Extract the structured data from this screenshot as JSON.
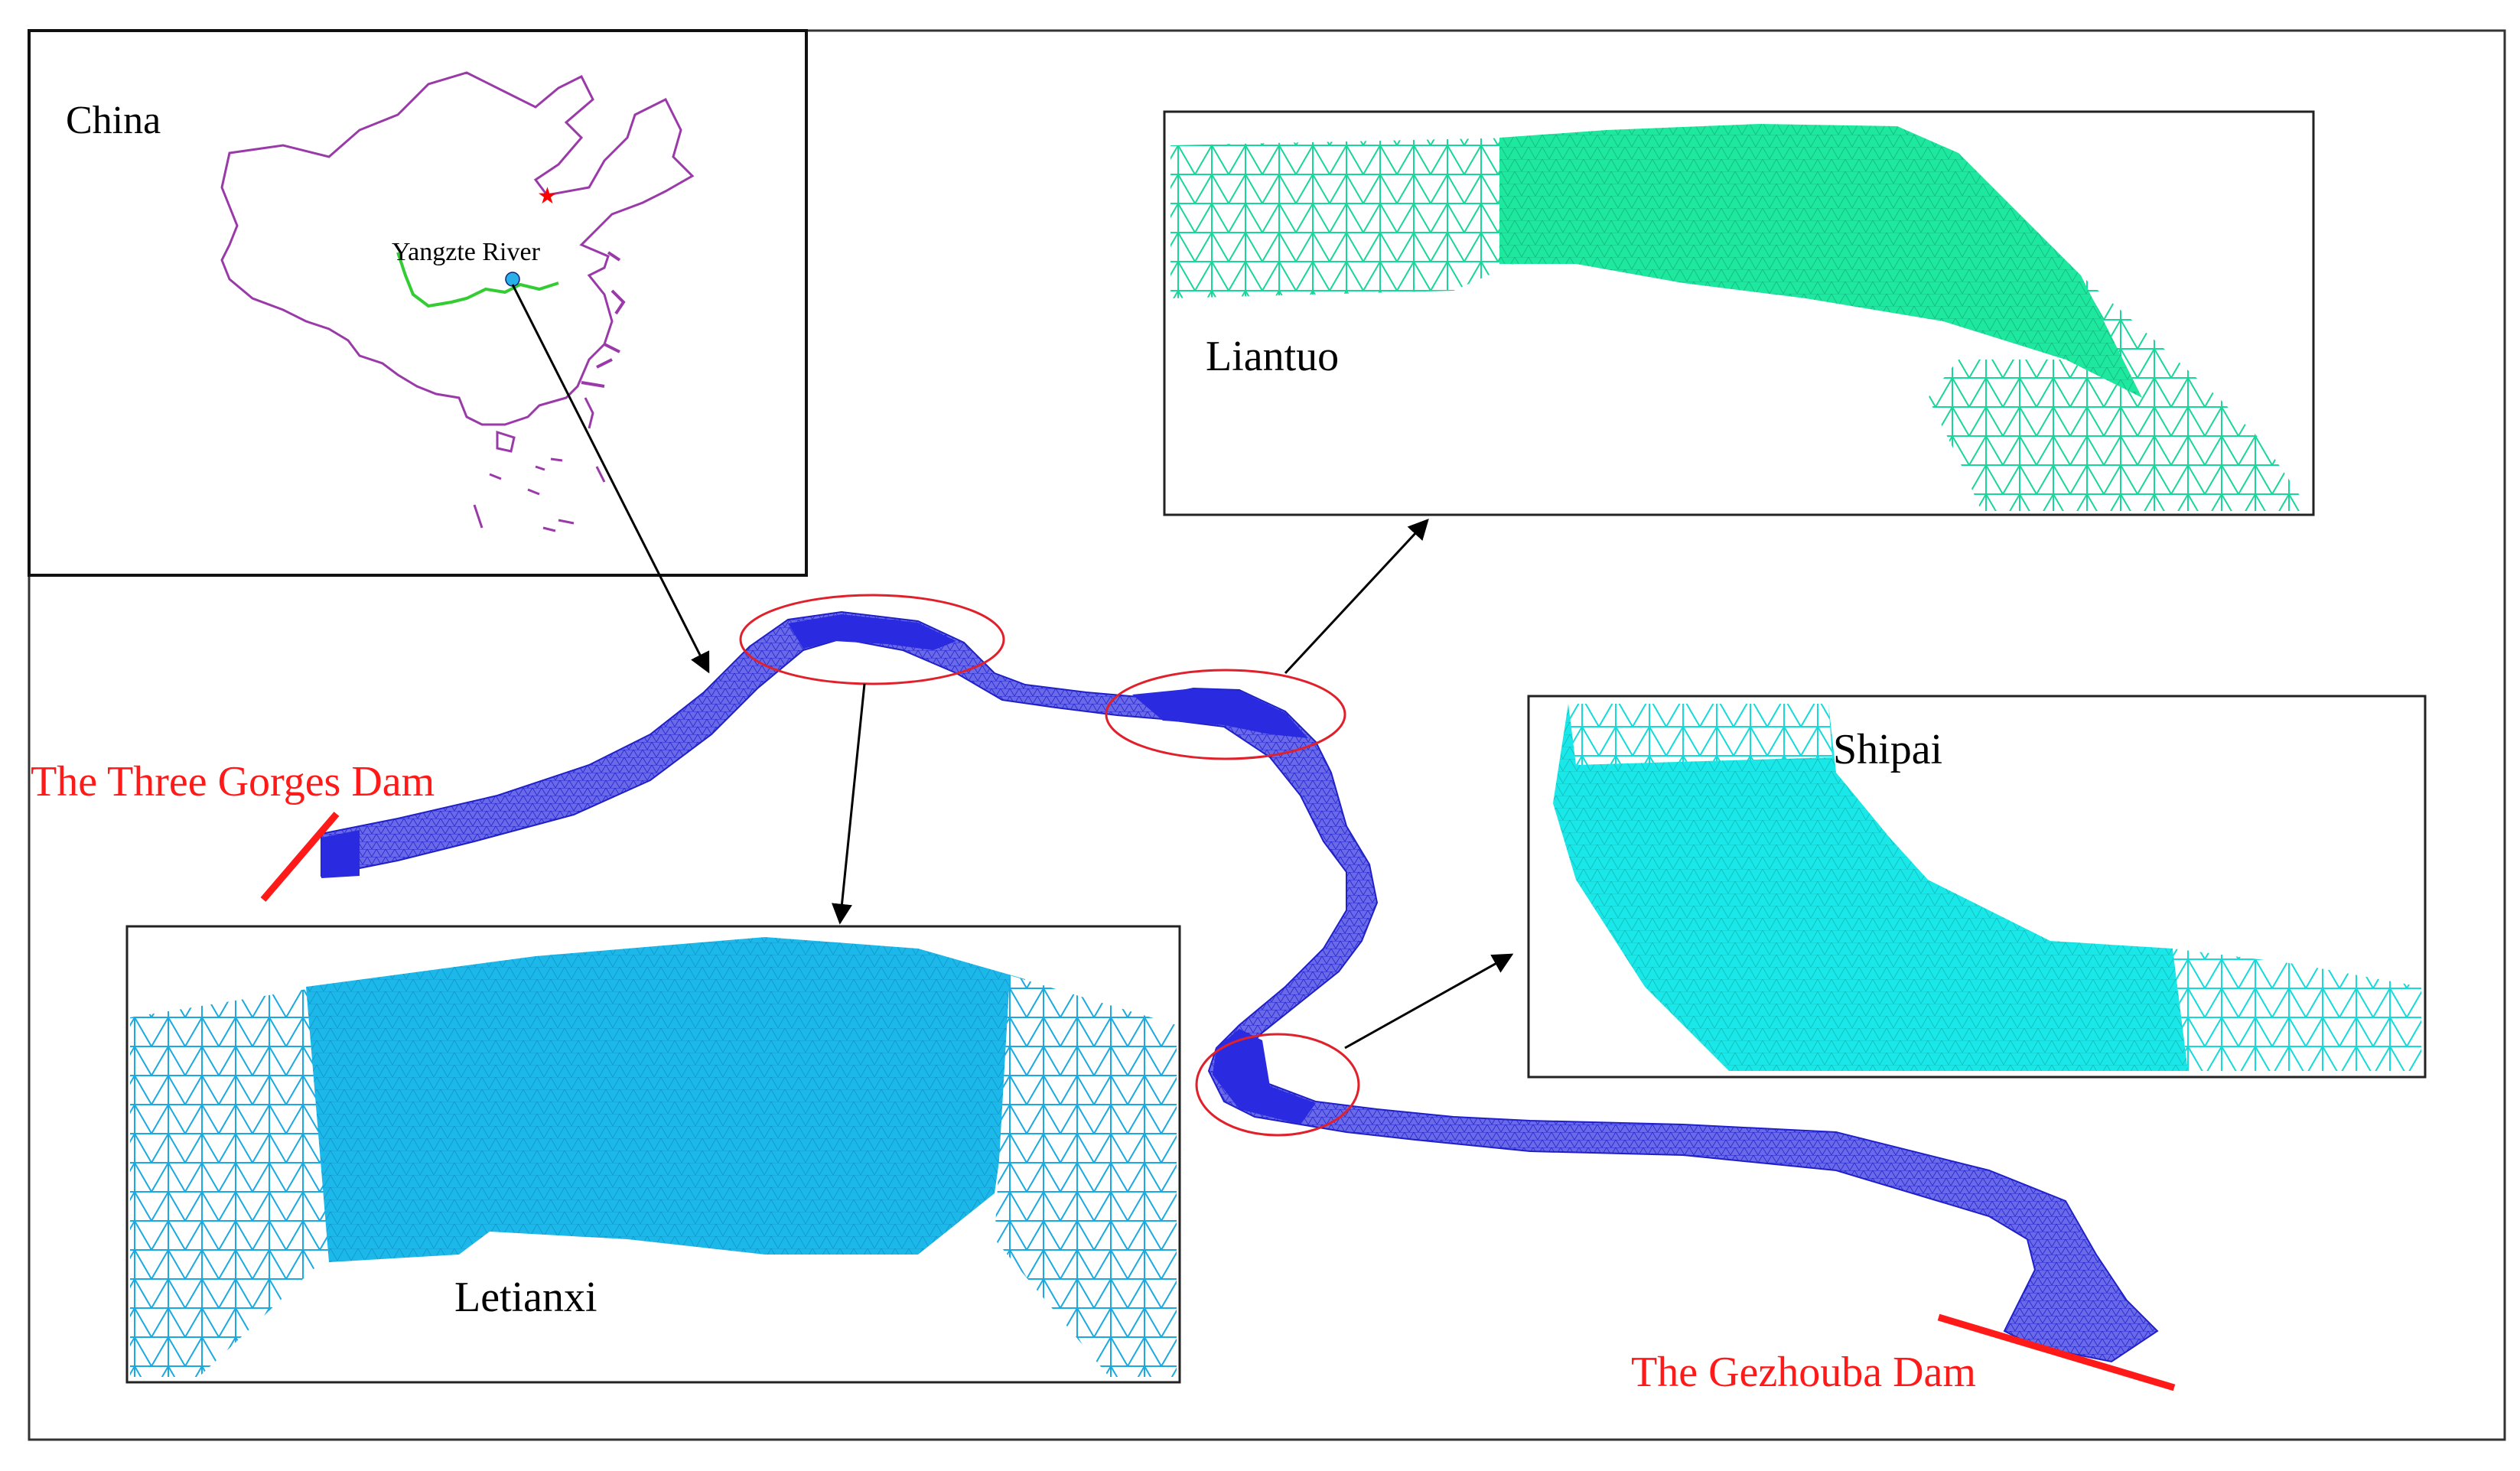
{
  "inset_map": {
    "country_label": "China",
    "river_label": "Yangzte River"
  },
  "panels": {
    "liantuo": {
      "label": "Liantuo"
    },
    "shipai": {
      "label": "Shipai"
    },
    "letianxi": {
      "label": "Letianxi"
    }
  },
  "dams": {
    "upstream": {
      "label": "The Three Gorges Dam"
    },
    "downstream": {
      "label": "The Gezhouba Dam"
    }
  },
  "colors": {
    "river_mesh": "#3b3bdc",
    "dam_line": "#ff1a1a",
    "highlight_ellipse": "#e0202a",
    "liantuo_mesh": "#19e6a0",
    "shipai_mesh": "#14e6e6",
    "letianxi_mesh": "#1ab4e6",
    "china_border": "#9a3aa8",
    "yangtze_line": "#33cc33",
    "capital_star": "#ff0000"
  },
  "icons": {
    "capital": "star-icon",
    "location": "location-dot-icon"
  }
}
